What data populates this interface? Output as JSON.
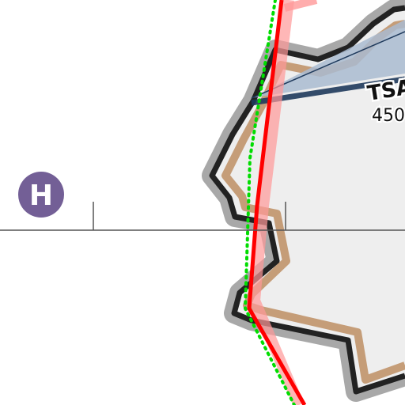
{
  "map": {
    "background_color": "#ffffff",
    "heliport": {
      "symbol_letter": "H",
      "fill_color": "#735f96",
      "icon": "heliport-icon"
    },
    "airspace": {
      "name_fragment": "TSA",
      "altitude_fragment": "450",
      "fill_color": "#eeeeee",
      "border_color": "#222222",
      "halo_color": "#999999",
      "inner_band_color": "#c0946a"
    },
    "corridor": {
      "fill_color": "#a9bbd0",
      "edge_color": "#1f3a5c"
    },
    "boundaries": {
      "red_line_color": "#ff0000",
      "red_band_color": "#ff9999",
      "green_dotted_color": "#00dd00"
    },
    "route_line_color": "#555555"
  }
}
